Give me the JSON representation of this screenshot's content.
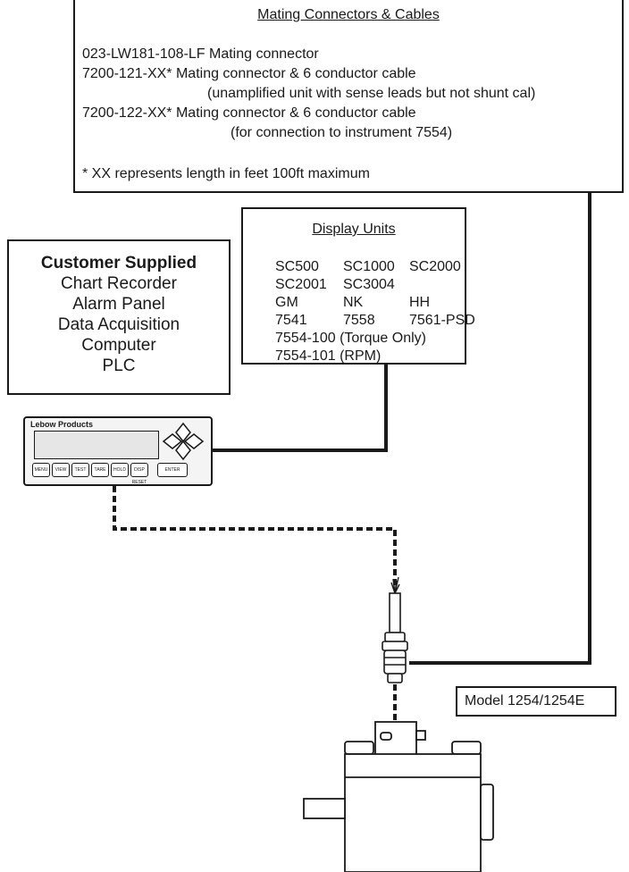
{
  "mating": {
    "title": "Mating Connectors & Cables",
    "lines": [
      "023-LW181-108-LF Mating connector",
      "7200-121-XX* Mating connector & 6 conductor cable",
      "(unamplified unit with sense leads but not shunt cal)",
      "7200-122-XX* Mating connector & 6 conductor cable",
      "(for connection to instrument 7554)",
      "* XX represents length in feet   100ft maximum"
    ]
  },
  "display_units": {
    "title": "Display Units",
    "rows": [
      [
        "SC500",
        "SC1000",
        "SC2000"
      ],
      [
        "SC2001",
        "SC3004",
        ""
      ],
      [
        "GM",
        "NK",
        "HH"
      ],
      [
        "7541",
        "7558",
        "7561-PSD"
      ]
    ],
    "extra": [
      "7554-100 (Torque Only)",
      "7554-101 (RPM)"
    ]
  },
  "customer": {
    "heading": "Customer Supplied",
    "items": [
      "Chart Recorder",
      "Alarm Panel",
      "Data Acquisition",
      "Computer",
      "PLC"
    ]
  },
  "instrument": {
    "brand": "Lebow Products",
    "buttons": [
      "MENU",
      "VIEW",
      "TEST",
      "TARE",
      "HOLD",
      "DISP RESET",
      "ENTER"
    ]
  },
  "model": "Model 1254/1254E",
  "colors": {
    "line": "#1a1a1a",
    "background": "#ffffff"
  }
}
